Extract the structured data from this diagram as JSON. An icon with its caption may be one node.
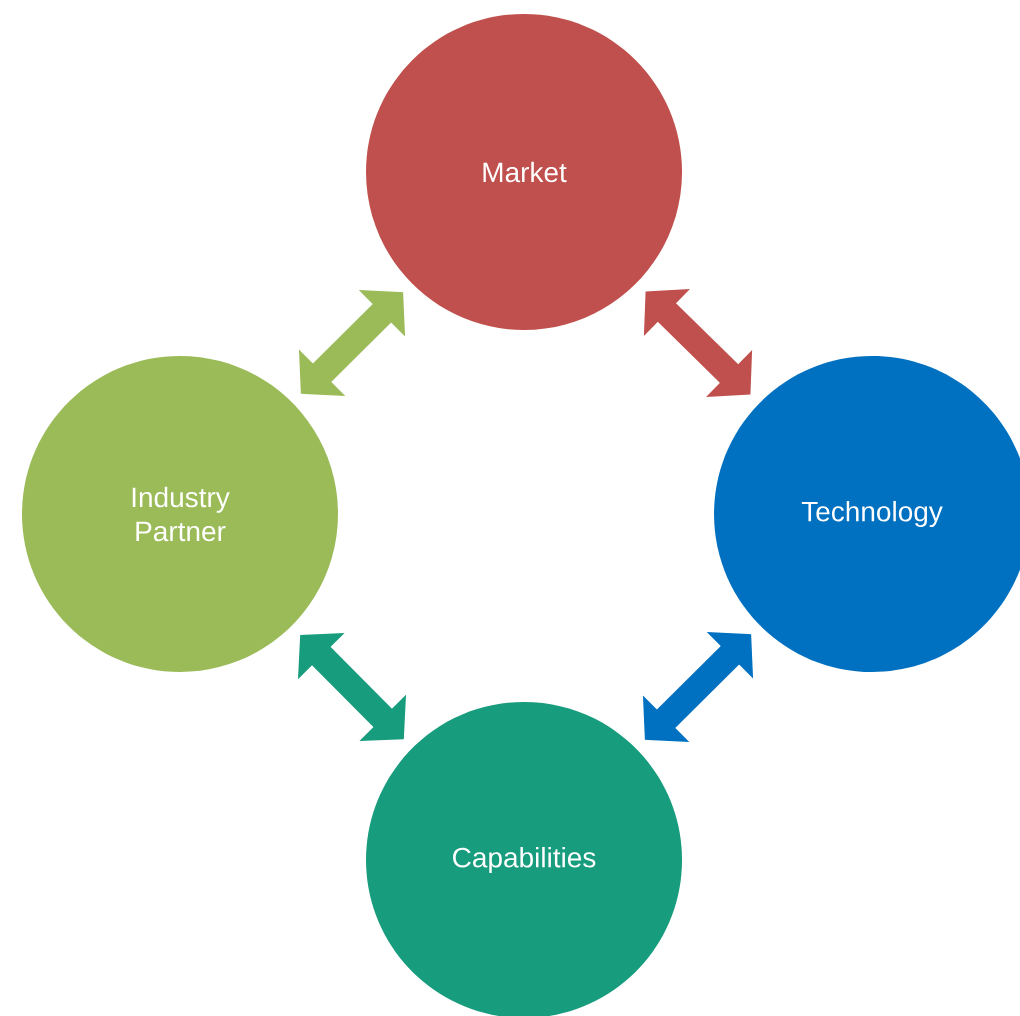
{
  "diagram": {
    "nodes": [
      {
        "text": [
          "Market"
        ]
      },
      {
        "text": [
          "Technology"
        ]
      },
      {
        "text": [
          "Capabilities"
        ]
      },
      {
        "text": [
          "Industry Partner"
        ]
      }
    ],
    "edges": [
      {
        "from": 0,
        "to": 1,
        "arrow": "both",
        "color": "#c0504d"
      },
      {
        "from": 1,
        "to": 2,
        "arrow": "both",
        "color": "#0070c0"
      },
      {
        "from": 2,
        "to": 3,
        "arrow": "both",
        "color": "#179c7d"
      },
      {
        "from": 3,
        "to": 0,
        "arrow": "both",
        "color": "#9bbb59"
      }
    ]
  }
}
